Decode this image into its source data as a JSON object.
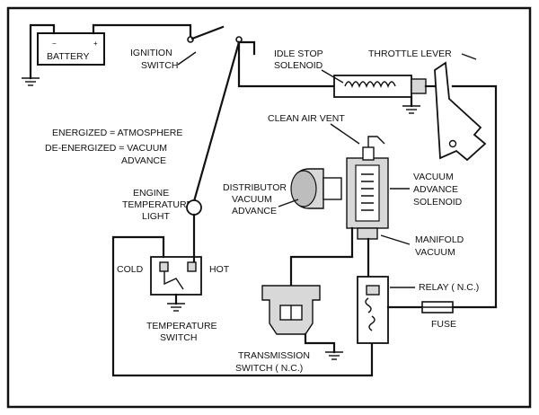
{
  "labels": {
    "battery": "BATTERY",
    "battery_neg": "−",
    "battery_pos": "+",
    "ignition_1": "IGNITION",
    "ignition_2": "SWITCH",
    "idle_stop_1": "IDLE STOP",
    "idle_stop_2": "SOLENOID",
    "throttle_lever": "THROTTLE LEVER",
    "legend_1": "ENERGIZED = ATMOSPHERE",
    "legend_2": "DE-ENERGIZED = VACUUM",
    "legend_3": "ADVANCE",
    "clean_air_vent": "CLEAN AIR VENT",
    "dist_1": "DISTRIBUTOR",
    "dist_2": "VACUUM",
    "dist_3": "ADVANCE",
    "vas_1": "VACUUM",
    "vas_2": "ADVANCE",
    "vas_3": "SOLENOID",
    "etl_1": "ENGINE",
    "etl_2": "TEMPERATURE",
    "etl_3": "LIGHT",
    "cold": "COLD",
    "hot": "HOT",
    "temp_1": "TEMPERATURE",
    "temp_2": "SWITCH",
    "manifold_1": "MANIFOLD",
    "manifold_2": "VACUUM",
    "relay": "RELAY ( N.C.)",
    "fuse": "FUSE",
    "trans_1": "TRANSMISSION",
    "trans_2": "SWITCH  ( N.C.)"
  }
}
